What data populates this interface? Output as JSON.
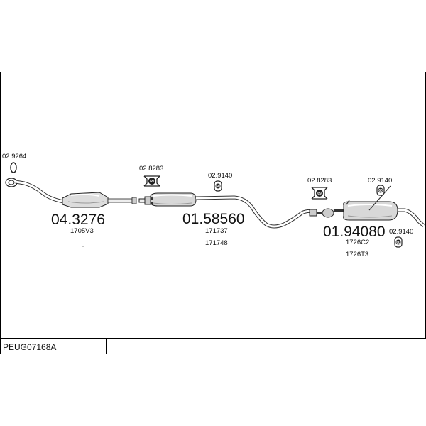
{
  "diagram_code": "PEUG07168A",
  "parts": [
    {
      "number": "04.3276",
      "refs": [
        "1705V3"
      ]
    },
    {
      "number": "01.58560",
      "refs": [
        "171737",
        "171748"
      ]
    },
    {
      "number": "01.94080",
      "refs": [
        "1726C2",
        "1726T3"
      ]
    }
  ],
  "accessories": [
    {
      "number": "02.9264"
    },
    {
      "number": "02.8283",
      "badge": "69"
    },
    {
      "number": "02.9140",
      "badge": "60"
    },
    {
      "number": "02.8283",
      "badge": "69"
    },
    {
      "number": "02.9140",
      "badge": "60"
    },
    {
      "number": "02.9140",
      "badge": "60"
    }
  ]
}
